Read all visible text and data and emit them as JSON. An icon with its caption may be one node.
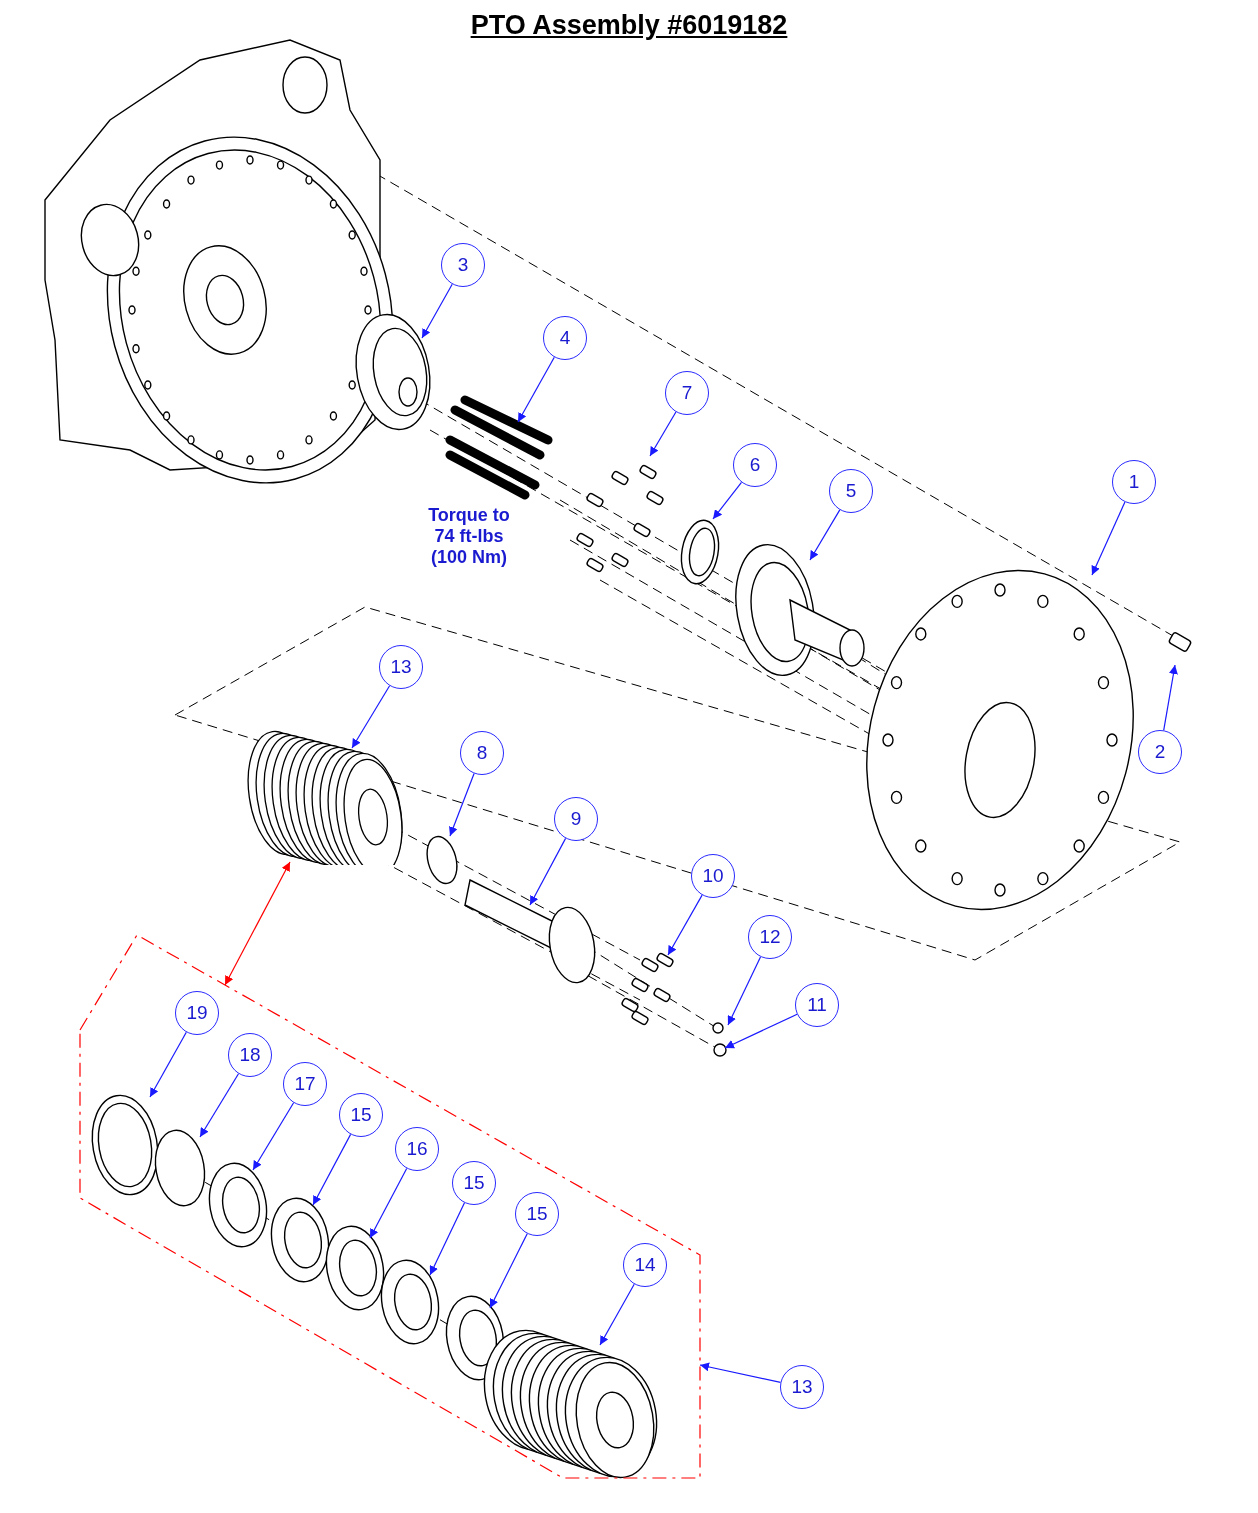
{
  "diagram": {
    "title": "PTO Assembly #6019182",
    "nodes": [
      {
        "text": [
          "3"
        ]
      },
      {
        "text": [
          "4"
        ]
      },
      {
        "text": [
          "7"
        ]
      },
      {
        "text": [
          "6"
        ]
      },
      {
        "text": [
          "5"
        ]
      },
      {
        "text": [
          "1"
        ]
      },
      {
        "text": [
          "2"
        ]
      },
      {
        "text": [
          "13"
        ]
      },
      {
        "text": [],
        "shape": "picture"
      },
      {
        "text": [
          "8"
        ]
      },
      {
        "text": [
          "9"
        ]
      },
      {
        "text": [
          "10"
        ]
      },
      {
        "text": [
          "12"
        ]
      },
      {
        "text": [
          "11"
        ]
      },
      {
        "text": [],
        "shape": "box"
      },
      {
        "text": [
          "19"
        ],
        "in": 14
      },
      {
        "text": [
          "18"
        ],
        "in": 14
      },
      {
        "text": [
          "17"
        ],
        "in": 14
      },
      {
        "text": [
          "15"
        ],
        "in": 14
      },
      {
        "text": [
          "16"
        ],
        "in": 14
      },
      {
        "text": [
          "15"
        ],
        "in": 14
      },
      {
        "text": [
          "15"
        ],
        "in": 14
      },
      {
        "text": [
          "14"
        ],
        "in": 14
      },
      {
        "text": [
          "13"
        ]
      }
    ],
    "edges": [
      {
        "from": 0,
        "to": null,
        "arrow": "to"
      },
      {
        "from": 1,
        "to": null,
        "arrow": "to"
      },
      {
        "from": 2,
        "to": null,
        "arrow": "to"
      },
      {
        "from": 3,
        "to": null,
        "arrow": "to"
      },
      {
        "from": 4,
        "to": null,
        "arrow": "to"
      },
      {
        "from": 5,
        "to": null,
        "arrow": "to"
      },
      {
        "from": 6,
        "to": null,
        "arrow": "to"
      },
      {
        "from": 7,
        "to": 8,
        "arrow": "to"
      },
      {
        "from": 9,
        "to": null,
        "arrow": "to"
      },
      {
        "from": 10,
        "to": null,
        "arrow": "to"
      },
      {
        "from": 11,
        "to": null,
        "arrow": "to"
      },
      {
        "from": 12,
        "to": null,
        "arrow": "to"
      },
      {
        "from": 13,
        "to": null,
        "arrow": "to"
      },
      {
        "from": 15,
        "to": null,
        "arrow": "to"
      },
      {
        "from": 16,
        "to": null,
        "arrow": "to"
      },
      {
        "from": 17,
        "to": null,
        "arrow": "to"
      },
      {
        "from": 18,
        "to": null,
        "arrow": "to"
      },
      {
        "from": 19,
        "to": null,
        "arrow": "to"
      },
      {
        "from": 20,
        "to": null,
        "arrow": "to"
      },
      {
        "from": 21,
        "to": null,
        "arrow": "to"
      },
      {
        "from": 22,
        "to": null,
        "arrow": "to"
      },
      {
        "from": 8,
        "to": 14,
        "arrow": "both",
        "color": "#ff0000"
      },
      {
        "from": 23,
        "to": 14,
        "arrow": "to"
      }
    ],
    "labels": [
      "Torque to 74 ft-lbs (100 Nm)"
    ]
  }
}
